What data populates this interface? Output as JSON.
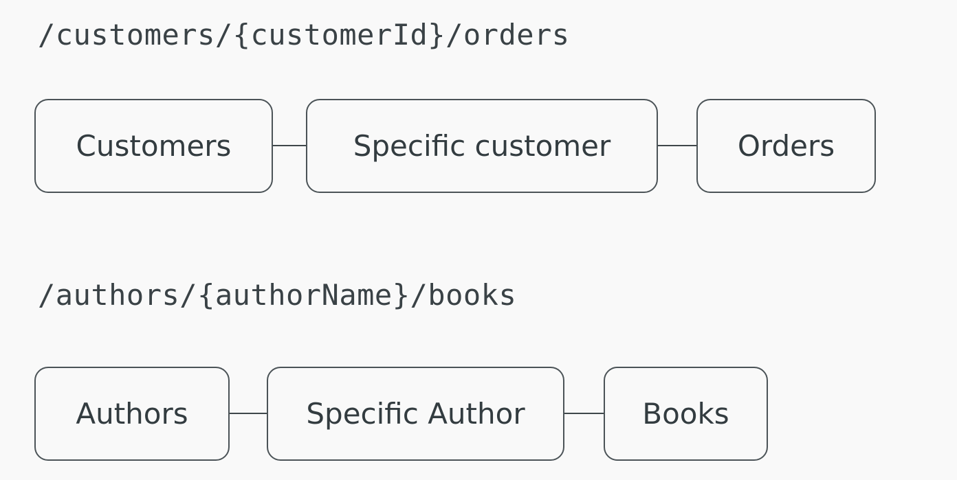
{
  "diagrams": [
    {
      "path": "/customers/{customerId}/orders",
      "nodes": [
        "Customers",
        "Specific customer",
        "Orders"
      ]
    },
    {
      "path": "/authors/{authorName}/books",
      "nodes": [
        "Authors",
        "Specific Author",
        "Books"
      ]
    }
  ],
  "colors": {
    "background": "#f9f9f9",
    "text": "#333c40",
    "border": "#4b5357"
  }
}
